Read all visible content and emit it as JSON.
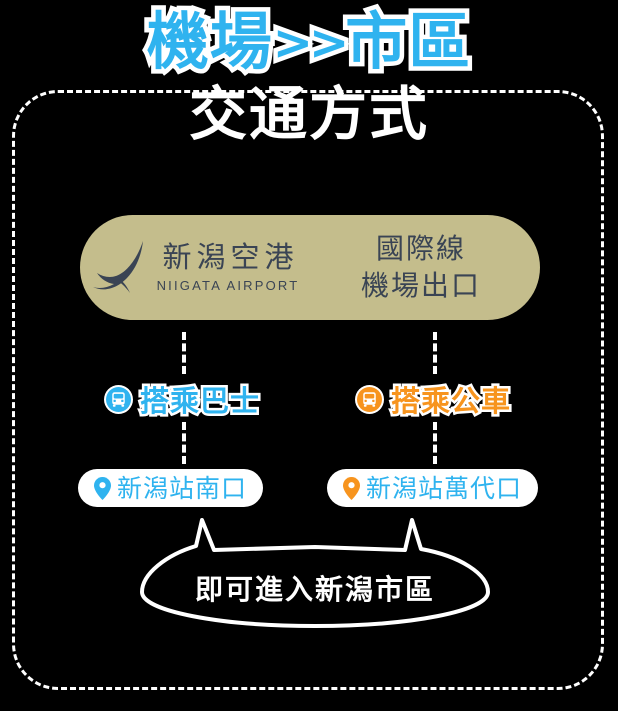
{
  "title": {
    "line1_left": "機場",
    "line1_arrows": "»",
    "line1_right": "市區",
    "line2": "交通方式"
  },
  "airport_card": {
    "logo_cn": "新潟空港",
    "logo_en": "NIIGATA AIRPORT",
    "exit_line1": "國際線",
    "exit_line2": "機場出口",
    "bg_color": "#c4bd8c",
    "text_color": "#3a4454"
  },
  "routes": [
    {
      "mode_label": "搭乘巴士",
      "mode_color": "#2fb3ef",
      "icon": "bus-icon",
      "destination": "新潟站南口",
      "pin_color": "#2fb3ef",
      "dest_text_color": "#2fb3ef"
    },
    {
      "mode_label": "搭乘公車",
      "mode_color": "#f7941e",
      "icon": "bus-icon",
      "destination": "新潟站萬代口",
      "pin_color": "#f7941e",
      "dest_text_color": "#2fb3ef"
    }
  ],
  "bubble": {
    "text": "即可進入新潟市區"
  },
  "colors": {
    "accent_blue": "#2fb3ef",
    "accent_orange": "#f7941e",
    "background": "#000000",
    "frame": "#ffffff"
  }
}
